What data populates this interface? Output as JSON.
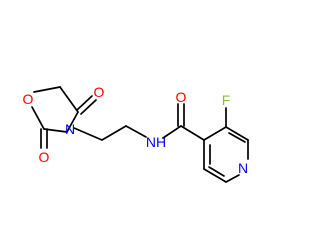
{
  "molecule": {
    "atoms": {
      "o_ring": {
        "symbol": "O",
        "color": "#ff0000"
      },
      "o_carbonyl_top": {
        "symbol": "O",
        "color": "#ff0000"
      },
      "o_carbonyl_bottom": {
        "symbol": "O",
        "color": "#ff0000"
      },
      "n_imide": {
        "symbol": "N",
        "color": "#0000ff"
      },
      "nh_amide": {
        "symbol": "NH",
        "color": "#0000ff"
      },
      "o_amide": {
        "symbol": "O",
        "color": "#ff0000"
      },
      "f": {
        "symbol": "F",
        "color": "#8fbc3c"
      },
      "n_pyridine": {
        "symbol": "N",
        "color": "#0000ff"
      }
    }
  }
}
